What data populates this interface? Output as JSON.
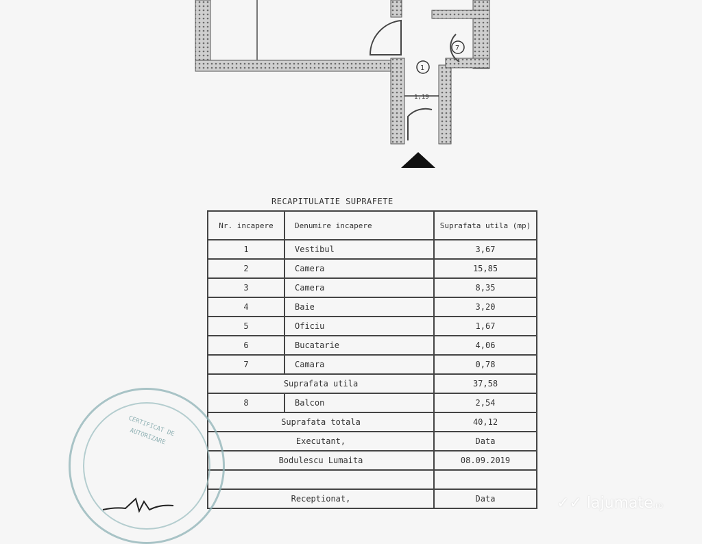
{
  "floor_plan": {
    "room_labels": [
      "1",
      "7"
    ],
    "dimension": "1,19",
    "entrance_marker": "triangle-up"
  },
  "table": {
    "title": "RECAPITULATIE SUPRAFETE",
    "headers": {
      "nr": "Nr. incapere",
      "name": "Denumire incapere",
      "area": "Suprafata utila (mp)"
    },
    "rows": [
      {
        "nr": "1",
        "name": "Vestibul",
        "area": "3,67"
      },
      {
        "nr": "2",
        "name": "Camera",
        "area": "15,85"
      },
      {
        "nr": "3",
        "name": "Camera",
        "area": "8,35"
      },
      {
        "nr": "4",
        "name": "Baie",
        "area": "3,20"
      },
      {
        "nr": "5",
        "name": "Oficiu",
        "area": "1,67"
      },
      {
        "nr": "6",
        "name": "Bucatarie",
        "area": "4,06"
      },
      {
        "nr": "7",
        "name": "Camara",
        "area": "0,78"
      }
    ],
    "useful_total": {
      "label": "Suprafata utila",
      "value": "37,58"
    },
    "balcony": {
      "nr": "8",
      "name": "Balcon",
      "area": "2,54"
    },
    "grand_total": {
      "label": "Suprafata totala",
      "value": "40,12"
    },
    "executant": {
      "label": "Executant,",
      "date_label": "Data"
    },
    "executant_name": {
      "name": "Bodulescu Lumaita",
      "date": "08.09.2019"
    },
    "receptionat": {
      "label": "Receptionat,",
      "date_label": "Data"
    }
  },
  "stamp": {
    "text": "CERTIFICAT DE AUTORIZARE"
  },
  "watermark": {
    "brand": "lajumate",
    "tld": ".ro"
  }
}
